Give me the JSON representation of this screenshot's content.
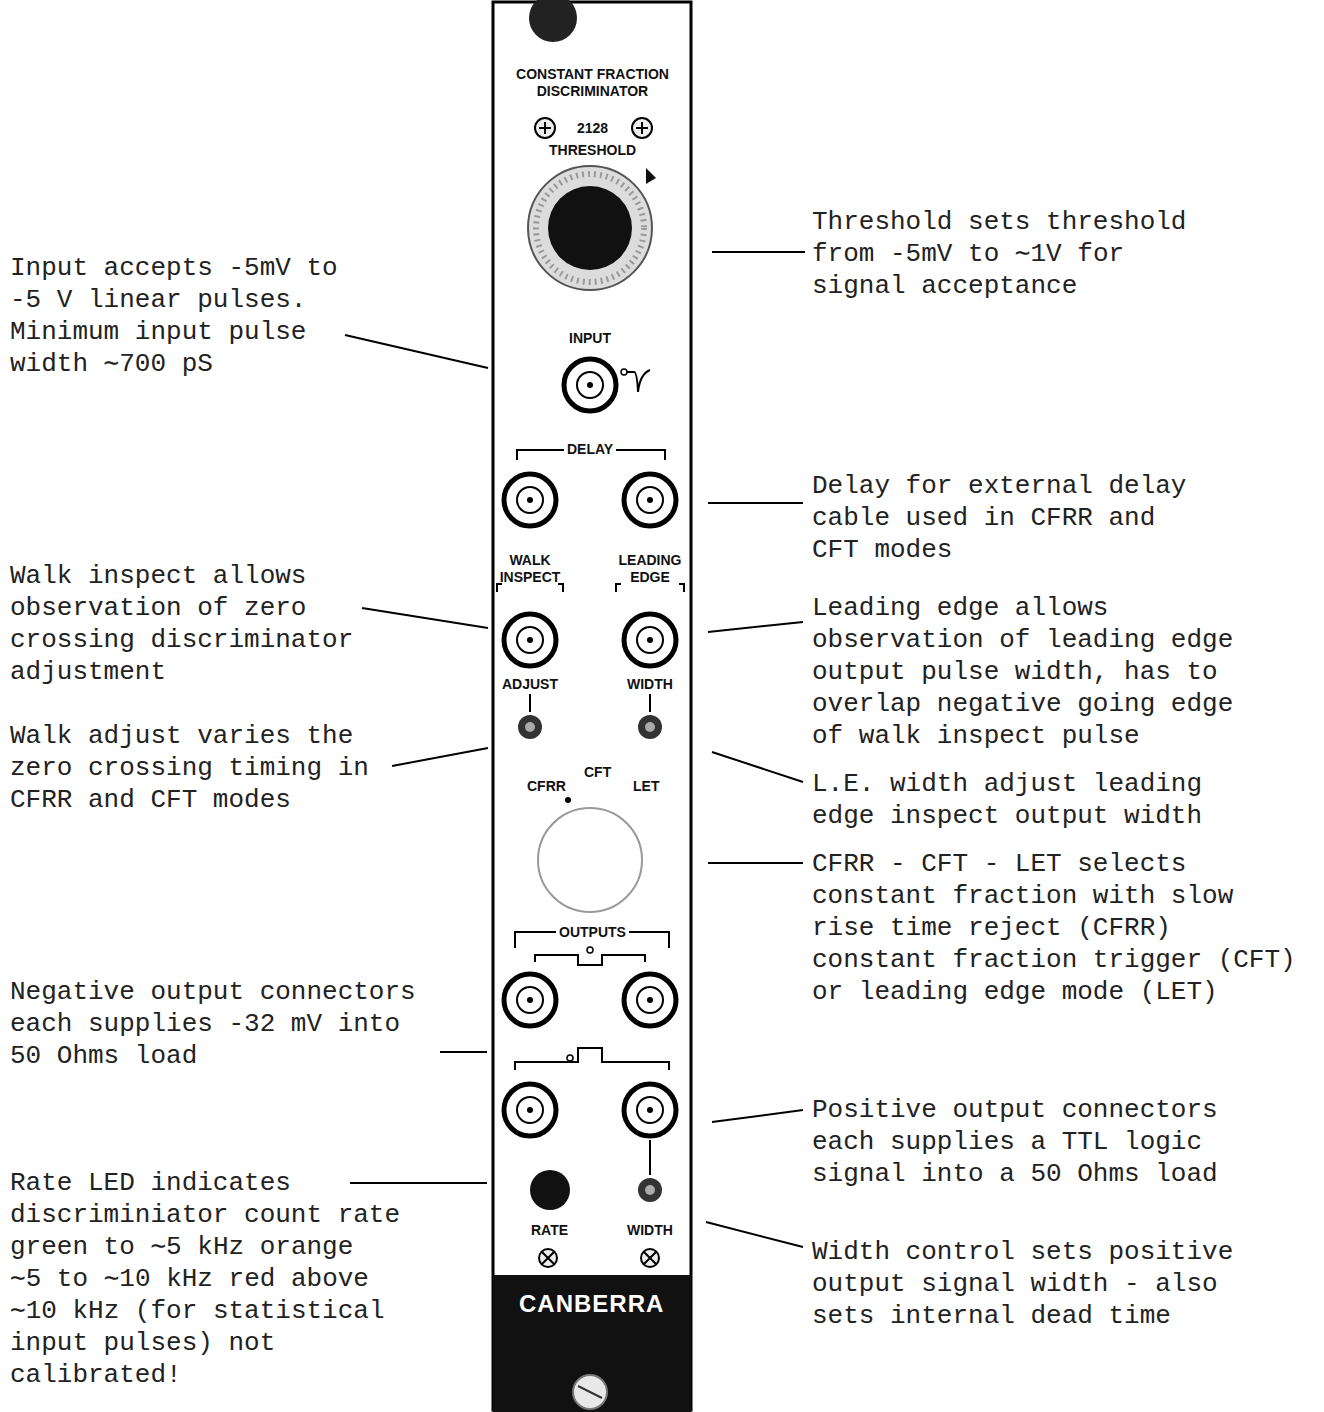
{
  "diagram": {
    "labels": [
      "CONSTANT FRACTION DISCRIMINATOR",
      "2128",
      "THRESHOLD",
      "INPUT",
      "DELAY",
      "WALK INSPECT",
      "LEADING EDGE",
      "ADJUST",
      "WIDTH",
      "CFRR",
      "CFT",
      "LET",
      "OUTPUTS",
      "RATE",
      "WIDTH",
      "CANBERRA",
      "Threshold sets threshold from -5mV to ∼1V for signal acceptance",
      "Input accepts -5mV to -5 V linear pulses. Minimum input pulse width ∼700 pS",
      "Delay for external delay cable used in CFRR and CFT modes",
      "Walk inspect allows observation of zero crossing discriminator adjustment",
      "Leading edge allows observation of leading edge output pulse width, has to overlap negative going edge of walk inspect pulse",
      "Walk adjust varies the zero crossing timing in CFRR and CFT modes",
      "L.E. width adjust leading edge inspect output width",
      "CFRR - CFT - LET selects constant fraction with slow rise time reject (CFRR) constant fraction trigger (CFT) or leading edge mode (LET)",
      "Negative output connectors each supplies -32 mV into 50 Ohms load",
      "Positive output connectors each supplies a TTL logic signal into a 50 Ohms load",
      "Rate LED indicates discriminiator count rate green to ∼5 kHz orange ∼5 to ∼10 kHz red above ∼10 kHz (for statistical input pulses) not calibrated!",
      "Width control sets positive output signal width - also sets internal dead time"
    ]
  }
}
